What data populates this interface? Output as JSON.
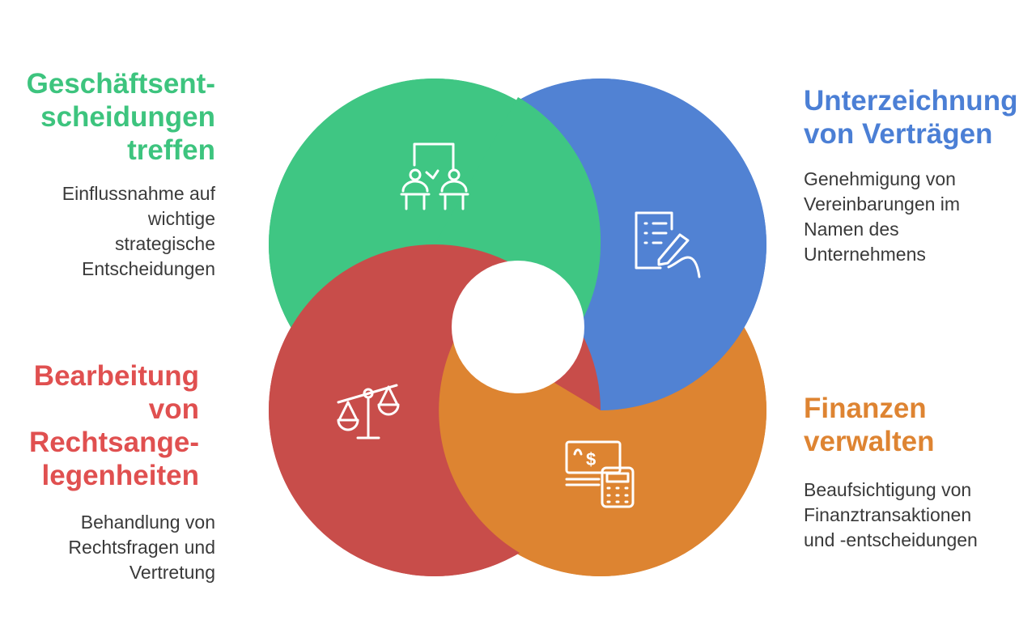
{
  "colors": {
    "green": "#3fc683",
    "blue": "#5182d3",
    "red": "#c84d4a",
    "orange": "#dd8431",
    "green_text": "#3dc47e",
    "blue_text": "#4b7fd5",
    "red_text": "#e05050",
    "orange_text": "#de8432",
    "body_text": "#3a3a3a"
  },
  "sections": {
    "decisions": {
      "title": "Geschäftsent-\nscheidungen\ntreffen",
      "description": "Einflussnahme auf\nwichtige\nstrategische\nEntscheidungen",
      "icon": "meeting-presentation-icon"
    },
    "contracts": {
      "title": "Unterzeichnung\nvon Verträgen",
      "description": "Genehmigung von\nVereinbarungen im\nNamen des\nUnternehmens",
      "icon": "contract-signing-icon"
    },
    "legal": {
      "title": "Bearbeitung\nvon\nRechtsange-\nlegenheiten",
      "description": "Behandlung von\nRechtsfragen und\nVertretung",
      "icon": "scales-icon"
    },
    "finance": {
      "title": "Finanzen\nverwalten",
      "description": "Beaufsichtigung von\nFinanztransaktionen\nund -entscheidungen",
      "icon": "money-calculator-icon"
    }
  }
}
